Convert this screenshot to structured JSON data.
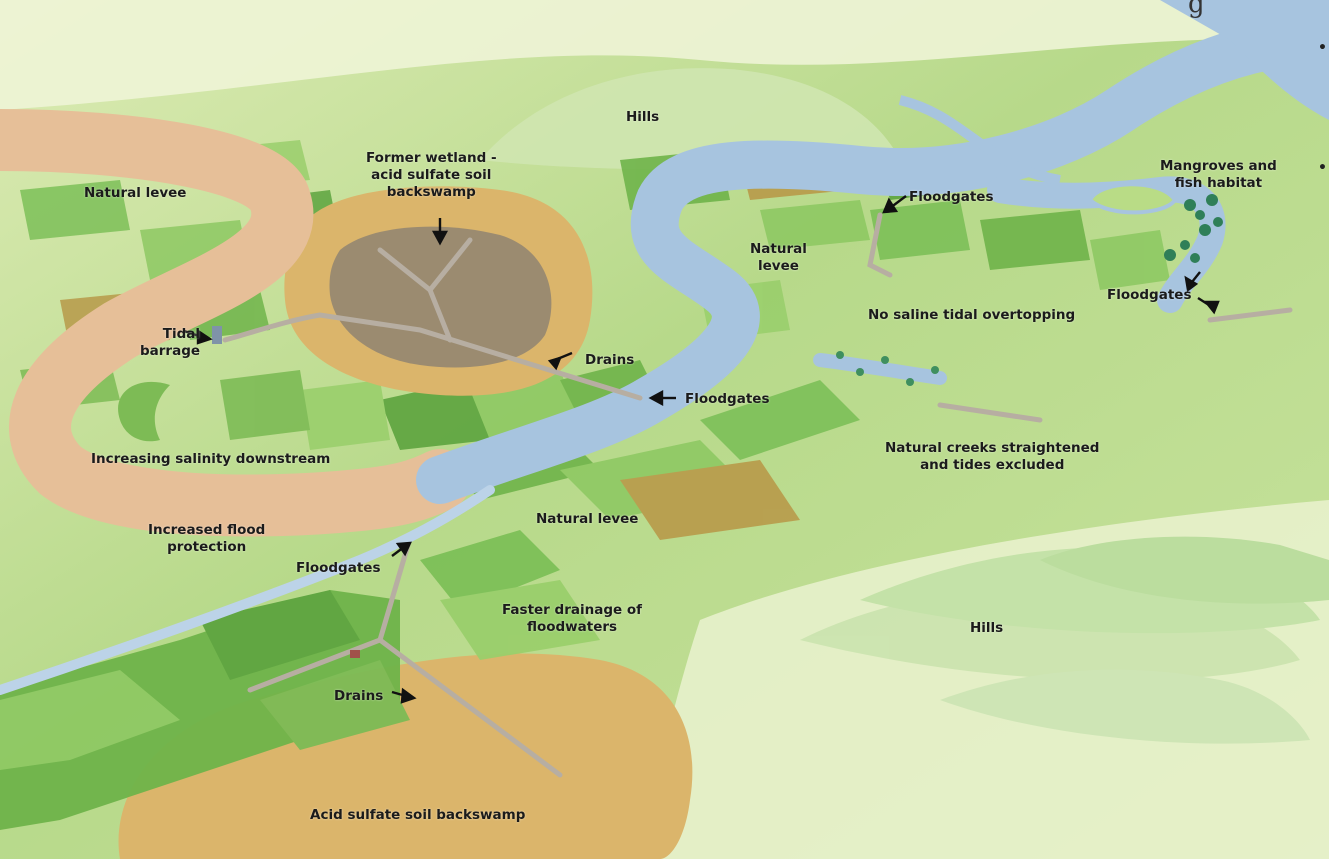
{
  "colors": {
    "land": "#b9dc86",
    "land_light": "#e8f2c7",
    "field_dark": "#6fb44a",
    "field_mid": "#8ec963",
    "field_brown": "#b89a4a",
    "river": "#a7c4df",
    "river_edge": "#8eb0d3",
    "salty_river": "#e9c39d",
    "backswamp": "#dbb56b",
    "swamp_inner": "#9b8b70",
    "hills": "#cfe6b2",
    "drain": "#b7aea2",
    "mangrove": "#2f7f58",
    "arrow": "#111111"
  },
  "labels": {
    "hills_top": "Hills",
    "former_wetland_1": "Former wetland -",
    "former_wetland_2": "acid sulfate soil",
    "former_wetland_3": "backswamp",
    "natural_levee_left": "Natural levee",
    "tidal_barrage_1": "Tidal",
    "tidal_barrage_2": "barrage",
    "drains_mid": "Drains",
    "floodgates_mid": "Floodgates",
    "floodgates_top": "Floodgates",
    "natural_levee_right_1": "Natural",
    "natural_levee_right_2": "levee",
    "no_saline": "No saline tidal overtopping",
    "mangroves_1": "Mangroves and",
    "mangroves_2": "fish habitat",
    "floodgates_right": "Floodgates",
    "increasing_salinity": "Increasing salinity downstream",
    "creeks_1": "Natural creeks straightened",
    "creeks_2": "and tides excluded",
    "flood_protection_1": "Increased flood",
    "flood_protection_2": "protection",
    "natural_levee_bottom": "Natural levee",
    "floodgates_bottom": "Floodgates",
    "faster_drainage_1": "Faster drainage of",
    "faster_drainage_2": "floodwaters",
    "hills_right": "Hills",
    "drains_bottom": "Drains",
    "acid_backswamp": "Acid sulfate soil backswamp"
  }
}
